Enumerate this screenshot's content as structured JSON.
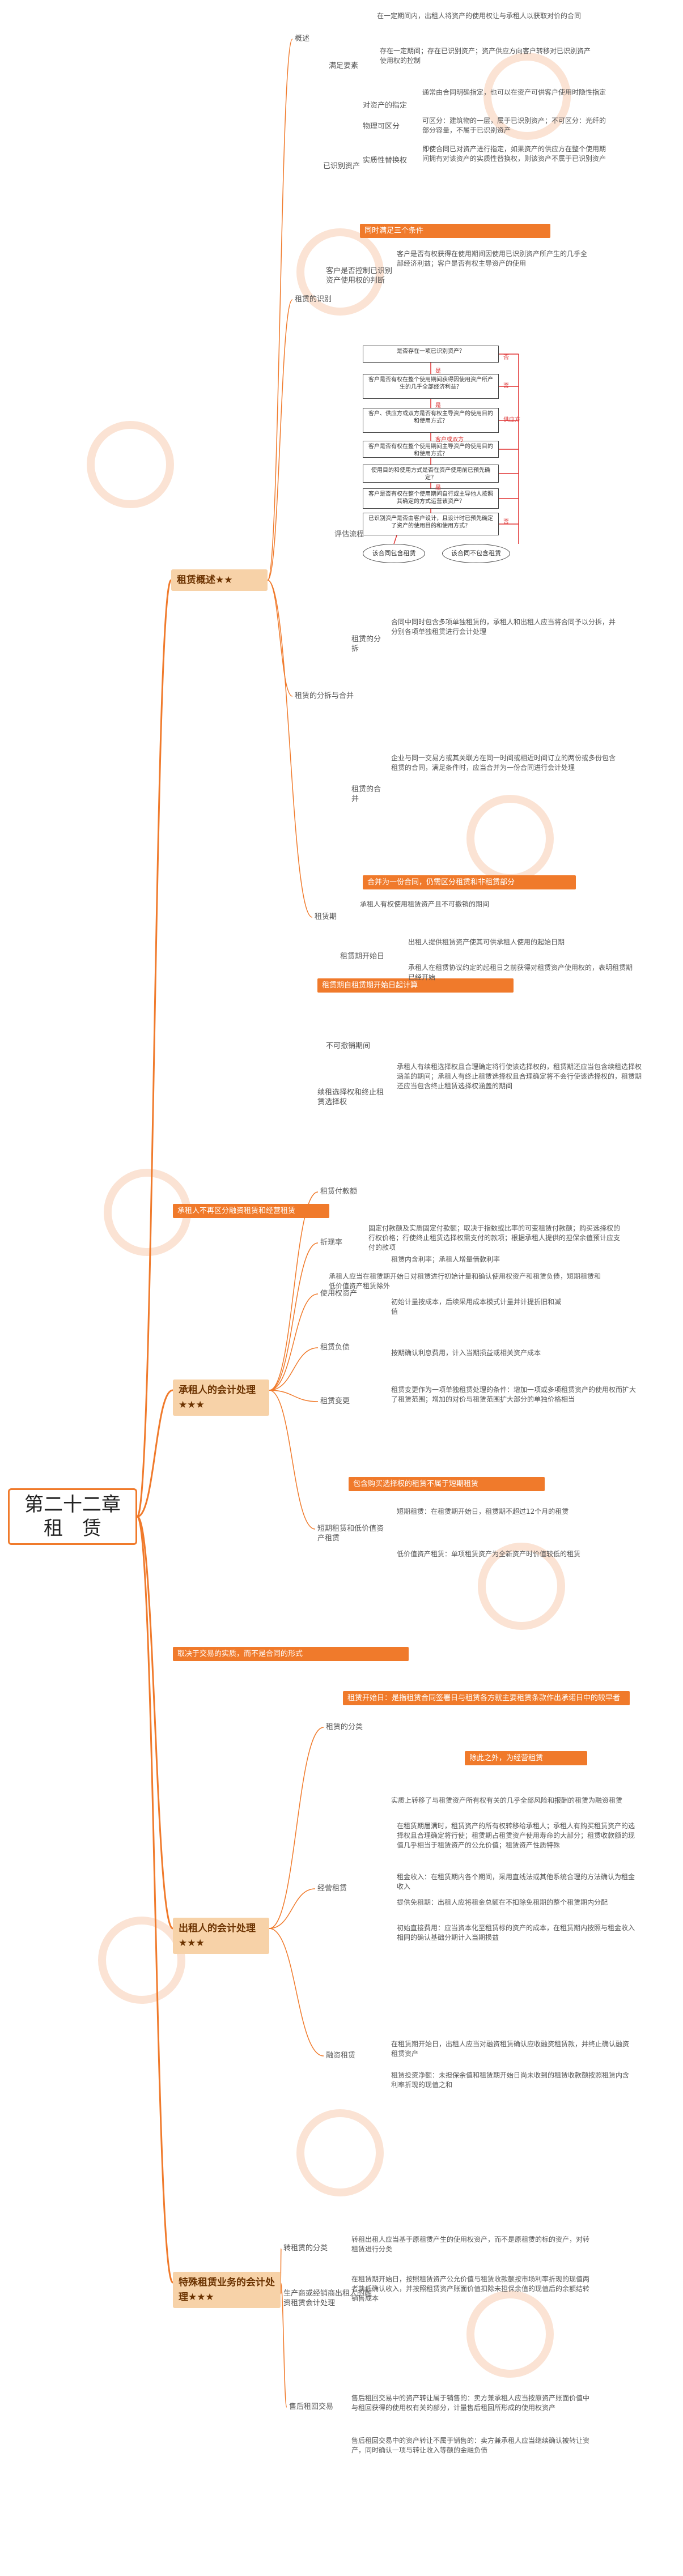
{
  "title": "第二十二章\n租　赁",
  "colors": {
    "accent": "#f07a2b",
    "category_fill": "#f7d2a8",
    "category_text": "#6b3200",
    "flow_arrow": "#e03030"
  },
  "categories": [
    {
      "id": "c1",
      "label": "租赁概述★★"
    },
    {
      "id": "c2",
      "label": "承租人的会计处理★★★"
    },
    {
      "id": "c3",
      "label": "出租人的会计处理★★★"
    },
    {
      "id": "c4",
      "label": "特殊租赁业务的会计处理★★★"
    }
  ],
  "labels": [
    {
      "id": "l1",
      "text": "概述"
    },
    {
      "id": "l2",
      "text": "满足要素"
    },
    {
      "id": "l3",
      "text": "租赁的识别"
    },
    {
      "id": "l4",
      "text": "已识别资产"
    },
    {
      "id": "l5",
      "text": "对资产的指定"
    },
    {
      "id": "l6",
      "text": "物理可区分"
    },
    {
      "id": "l7",
      "text": "实质性替换权"
    },
    {
      "id": "l8",
      "text": "客户是否控制已识别资产使用权的判断"
    },
    {
      "id": "l9",
      "text": "评估流程"
    },
    {
      "id": "l10",
      "text": "租赁的分拆与合并"
    },
    {
      "id": "l11",
      "text": "租赁的分拆"
    },
    {
      "id": "l12",
      "text": "租赁的合并"
    },
    {
      "id": "l13",
      "text": "租赁期"
    },
    {
      "id": "l14",
      "text": "租赁期开始日"
    },
    {
      "id": "l15",
      "text": "不可撤销期间"
    },
    {
      "id": "l16",
      "text": "续租选择权和终止租赁选择权"
    },
    {
      "id": "l17",
      "text": "租赁付款额"
    },
    {
      "id": "l18",
      "text": "折现率"
    },
    {
      "id": "l19",
      "text": "使用权资产"
    },
    {
      "id": "l20",
      "text": "租赁负债"
    },
    {
      "id": "l21",
      "text": "租赁变更"
    },
    {
      "id": "l22",
      "text": "短期租赁和低价值资产租赁"
    },
    {
      "id": "l23",
      "text": "租赁的分类"
    },
    {
      "id": "l24",
      "text": "融资租赁"
    },
    {
      "id": "l25",
      "text": "经营租赁"
    },
    {
      "id": "l26",
      "text": "转租赁的分类"
    },
    {
      "id": "l27",
      "text": "生产商或经销商出租人的融资租赁会计处理"
    },
    {
      "id": "l28",
      "text": "售后租回交易"
    }
  ],
  "highlights": [
    {
      "id": "h1",
      "text": "同时满足三个条件"
    },
    {
      "id": "h2",
      "text": "合并为一份合同，仍需区分租赁和非租赁部分"
    },
    {
      "id": "h3",
      "text": "租赁期自租赁期开始日起计算"
    },
    {
      "id": "h4",
      "text": "承租人不再区分融资租赁和经营租赁"
    },
    {
      "id": "h5",
      "text": "包含购买选择权的租赁不属于短期租赁"
    },
    {
      "id": "h6",
      "text": "取决于交易的实质，而不是合同的形式"
    },
    {
      "id": "h7",
      "text": "租赁开始日：是指租赁合同签署日与租赁各方就主要租赁条款作出承诺日中的较早者"
    },
    {
      "id": "h8",
      "text": "除此之外，为经营租赁"
    }
  ],
  "notes": [
    {
      "id": "n1",
      "text": "在一定期间内，出租人将资产的使用权让与承租人以获取对价的合同"
    },
    {
      "id": "n2",
      "text": "存在一定期间；存在已识别资产；资产供应方向客户转移对已识别资产使用权的控制"
    },
    {
      "id": "n3",
      "text": "通常由合同明确指定，也可以在资产可供客户使用时隐性指定"
    },
    {
      "id": "n4",
      "text": "可区分：建筑物的一层，属于已识别资产；不可区分：光纤的部分容量，不属于已识别资产"
    },
    {
      "id": "n5",
      "text": "即使合同已对资产进行指定，如果资产的供应方在整个使用期间拥有对该资产的实质性替换权，则该资产不属于已识别资产"
    },
    {
      "id": "n6",
      "text": "客户是否有权获得在使用期间因使用已识别资产所产生的几乎全部经济利益；客户是否有权主导资产的使用"
    },
    {
      "id": "n7",
      "text": "合同中同时包含多项单独租赁的，承租人和出租人应当将合同予以分拆，并分别各项单独租赁进行会计处理"
    },
    {
      "id": "n8",
      "text": "企业与同一交易方或其关联方在同一时间或相近时间订立的两份或多份包含租赁的合同，满足条件时，应当合并为一份合同进行会计处理"
    },
    {
      "id": "n9",
      "text": "承租人有权使用租赁资产且不可撤销的期间"
    },
    {
      "id": "n10",
      "text": "出租人提供租赁资产使其可供承租人使用的起始日期"
    },
    {
      "id": "n11",
      "text": "承租人在租赁协议约定的起租日之前获得对租赁资产使用权的，表明租赁期已经开始"
    },
    {
      "id": "n12",
      "text": "承租人有续租选择权且合理确定将行使该选择权的，租赁期还应当包含续租选择权涵盖的期间；承租人有终止租赁选择权且合理确定将不会行使该选择权的，租赁期还应当包含终止租赁选择权涵盖的期间"
    },
    {
      "id": "n13",
      "text": "承租人应当在租赁期开始日对租赁进行初始计量和确认使用权资产和租赁负债，短期租赁和低价值资产租赁除外"
    },
    {
      "id": "n14",
      "text": "固定付款额及实质固定付款额；取决于指数或比率的可变租赁付款额；购买选择权的行权价格；行使终止租赁选择权需支付的款项；根据承租人提供的担保余值预计应支付的款项"
    },
    {
      "id": "n15",
      "text": "租赁内含利率；承租人增量借款利率"
    },
    {
      "id": "n16",
      "text": "初始计量按成本，后续采用成本模式计量并计提折旧和减值"
    },
    {
      "id": "n17",
      "text": "按期确认利息费用，计入当期损益或相关资产成本"
    },
    {
      "id": "n18",
      "text": "租赁变更作为一项单独租赁处理的条件：增加一项或多项租赁资产的使用权而扩大了租赁范围；增加的对价与租赁范围扩大部分的单独价格相当"
    },
    {
      "id": "n19",
      "text": "短期租赁：在租赁期开始日，租赁期不超过12个月的租赁"
    },
    {
      "id": "n20",
      "text": "低价值资产租赁：单项租赁资产为全新资产时价值较低的租赁"
    },
    {
      "id": "n21",
      "text": "实质上转移了与租赁资产所有权有关的几乎全部风险和报酬的租赁为融资租赁"
    },
    {
      "id": "n22",
      "text": "在租赁期届满时，租赁资产的所有权转移给承租人；承租人有购买租赁资产的选择权且合理确定将行使；租赁期占租赁资产使用寿命的大部分；租赁收款额的现值几乎相当于租赁资产的公允价值；租赁资产性质特殊"
    },
    {
      "id": "n23",
      "text": "租金收入：在租赁期内各个期间，采用直线法或其他系统合理的方法确认为租金收入"
    },
    {
      "id": "n24",
      "text": "提供免租期：出租人应将租金总额在不扣除免租期的整个租赁期内分配"
    },
    {
      "id": "n25",
      "text": "初始直接费用：应当资本化至租赁标的资产的成本，在租赁期内按照与租金收入相同的确认基础分期计入当期损益"
    },
    {
      "id": "n26",
      "text": "在租赁期开始日，出租人应当对融资租赁确认应收融资租赁款，并终止确认融资租赁资产"
    },
    {
      "id": "n27",
      "text": "租赁投资净额：未担保余值和租赁期开始日尚未收到的租赁收款额按照租赁内含利率折现的现值之和"
    },
    {
      "id": "n28",
      "text": "转租出租人应当基于原租赁产生的使用权资产，而不是原租赁的标的资产，对转租赁进行分类"
    },
    {
      "id": "n29",
      "text": "在租赁期开始日，按照租赁资产公允价值与租赁收款额按市场利率折现的现值两者孰低确认收入，并按照租赁资产账面价值扣除未担保余值的现值后的余额结转销售成本"
    },
    {
      "id": "n30",
      "text": "售后租回交易中的资产转让属于销售的：卖方兼承租人应当按原资产账面价值中与租回获得的使用权有关的部分，计量售后租回所形成的使用权资产"
    },
    {
      "id": "n31",
      "text": "售后租回交易中的资产转让不属于销售的：卖方兼承租人应当继续确认被转让资产，同时确认一项与转让收入等额的金融负债"
    }
  ],
  "flowchart": {
    "steps": [
      {
        "id": "f1",
        "text": "是否存在一项已识别资产？"
      },
      {
        "id": "f2",
        "text": "客户是否有权在整个使用期间获得因使用资产所产生的几乎全部经济利益？"
      },
      {
        "id": "f3",
        "text": "客户、供应方或双方是否有权主导资产的使用目的和使用方式？"
      },
      {
        "id": "f4",
        "text": "客户是否有权在整个使用期间主导资产的使用目的和使用方式？"
      },
      {
        "id": "f5",
        "text": "使用目的和使用方式是否在资产使用前已预先确定？"
      },
      {
        "id": "f6",
        "text": "客户是否有权在整个使用期间自行或主导他人按照其确定的方式运营该资产？"
      },
      {
        "id": "f7",
        "text": "已识别资产是否由客户设计，且设计时已预先确定了资产的使用目的和使用方式？"
      }
    ],
    "outcomes": [
      {
        "id": "o1",
        "text": "该合同包含租赁"
      },
      {
        "id": "o2",
        "text": "该合同不包含租赁"
      }
    ],
    "edge_labels": {
      "yes": "是",
      "no": "否",
      "supplier": "供应方",
      "either": "客户或双方"
    }
  }
}
